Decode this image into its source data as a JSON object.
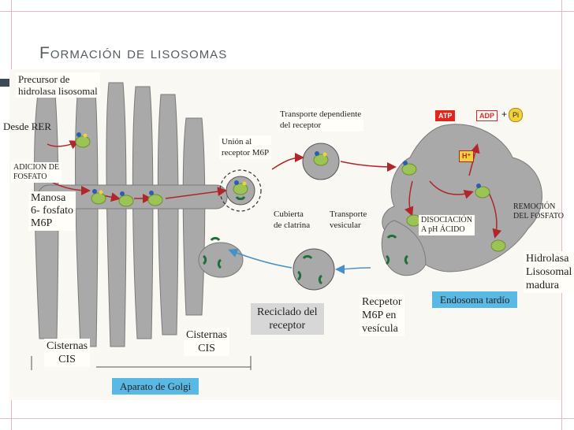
{
  "slide": {
    "title": "Formación de lisosomas"
  },
  "labels": {
    "precursor": "Precursor de\nhidrolasa lisosomal",
    "desde_rer": "Desde RER",
    "adicion": "ADICION DE\nFOSFATO",
    "manosa": "Manosa\n6- fosfato\nM6P",
    "union": "Unión al\nreceptor M6P",
    "transporte_dep": "Transporte dependiente\ndel receptor",
    "cubierta": "Cubierta\nde clatrina",
    "transporte_ves": "Transporte\nvesicular",
    "disociacion": "DISOCIACIÓN\nA pH ÁCIDO",
    "remocion": "REMOCIÓN\nDEL FOSFATO",
    "hidrolasa_madura": "Hidrolasa\nLisosomal\n madura",
    "endosoma": "Endosoma tardío",
    "receptor_vesicula": "Recpetor\nM6P en\nvesícula",
    "reciclado": "Reciclado del\nreceptor",
    "cisternas_cis_1": "Cisternas\nCIS",
    "cisternas_cis_2": "Cisternas\nCIS",
    "aparato": "Aparato de Golgi",
    "atp": "ATP",
    "adp": "ADP",
    "plus": "+",
    "pi": "Pi",
    "hplus": "H⁺"
  }
}
